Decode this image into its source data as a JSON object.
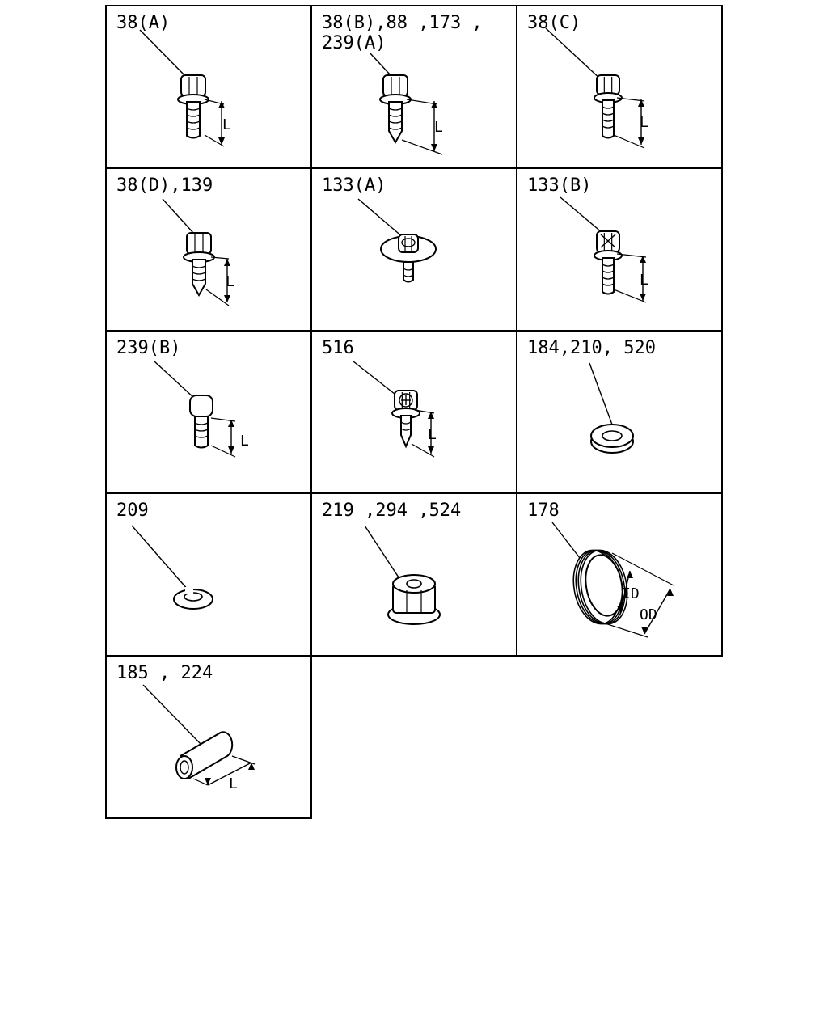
{
  "diagram": {
    "cells": [
      {
        "id": "38a",
        "label_lines": [
          "38(A)"
        ],
        "part": "hex-bolt",
        "dims": [
          "L"
        ]
      },
      {
        "id": "38b",
        "label_lines": [
          "38(B),88 ,173 ,",
          "239(A)"
        ],
        "part": "tapping-bolt",
        "dims": [
          "L"
        ]
      },
      {
        "id": "38c",
        "label_lines": [
          "38(C)"
        ],
        "part": "flange-bolt",
        "dims": [
          "L"
        ]
      },
      {
        "id": "38d",
        "label_lines": [
          "38(D),139"
        ],
        "part": "flange-bolt-tapered",
        "dims": [
          "L"
        ]
      },
      {
        "id": "133a",
        "label_lines": [
          "133(A)"
        ],
        "part": "washer-screw",
        "dims": []
      },
      {
        "id": "133b",
        "label_lines": [
          "133(B)"
        ],
        "part": "cross-head-bolt",
        "dims": [
          "L"
        ]
      },
      {
        "id": "239b",
        "label_lines": [
          "239(B)"
        ],
        "part": "cap-bolt",
        "dims": [
          "L"
        ]
      },
      {
        "id": "516",
        "label_lines": [
          "516"
        ],
        "part": "plus-head-tapping-bolt",
        "dims": [
          "L"
        ]
      },
      {
        "id": "184",
        "label_lines": [
          "184,210, 520"
        ],
        "part": "flat-washer",
        "dims": []
      },
      {
        "id": "209",
        "label_lines": [
          "209"
        ],
        "part": "circlip",
        "dims": []
      },
      {
        "id": "219",
        "label_lines": [
          "219 ,294 ,524"
        ],
        "part": "flange-nut",
        "dims": []
      },
      {
        "id": "178",
        "label_lines": [
          "178"
        ],
        "part": "grommet-ring",
        "dims": [
          "ID",
          "OD"
        ]
      },
      {
        "id": "185",
        "label_lines": [
          "185 , 224"
        ],
        "part": "collar",
        "dims": [
          "L"
        ]
      }
    ]
  }
}
